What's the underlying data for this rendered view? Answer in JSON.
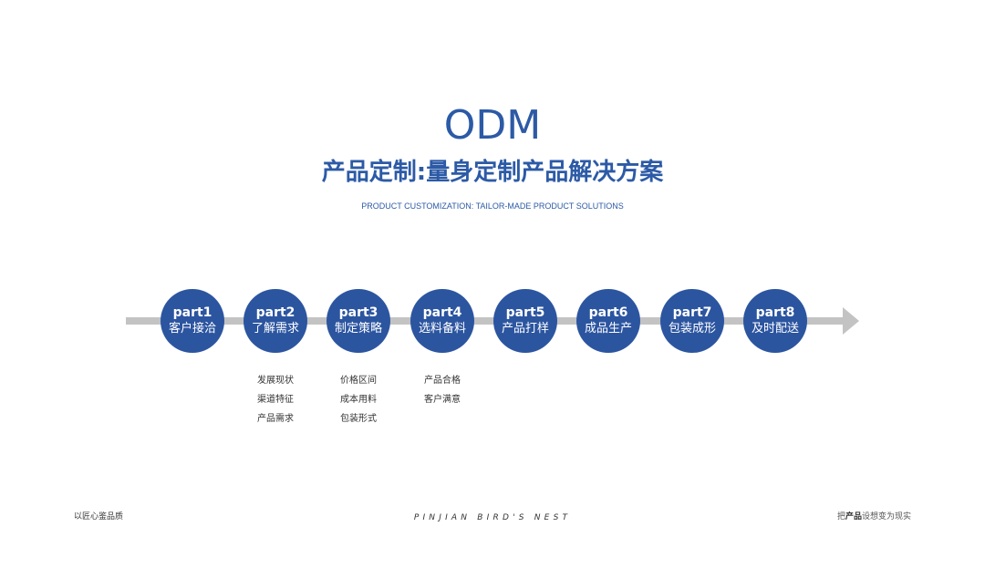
{
  "header": {
    "title": "ODM",
    "subtitle": "产品定制:量身定制产品解决方案",
    "subtitle_en": "PRODUCT CUSTOMIZATION: TAILOR-MADE PRODUCT SOLUTIONS"
  },
  "colors": {
    "accent": "#2c55a0",
    "timeline": "#c3c3c3"
  },
  "steps": [
    {
      "part": "part1",
      "label": "客户接洽",
      "details": []
    },
    {
      "part": "part2",
      "label": "了解需求",
      "details": [
        "发展现状",
        "渠道特征",
        "产品需求"
      ]
    },
    {
      "part": "part3",
      "label": "制定策略",
      "details": [
        "价格区间",
        "成本用料",
        "包装形式"
      ]
    },
    {
      "part": "part4",
      "label": "选料备料",
      "details": [
        "产品合格",
        "客户满意"
      ]
    },
    {
      "part": "part5",
      "label": "产品打样",
      "details": []
    },
    {
      "part": "part6",
      "label": "成品生产",
      "details": []
    },
    {
      "part": "part7",
      "label": "包装成形",
      "details": []
    },
    {
      "part": "part8",
      "label": "及时配送",
      "details": []
    }
  ],
  "footer": {
    "left": "以匠心鉴品质",
    "center": "PINJIAN BIRD'S NEST",
    "right_prefix": "把",
    "right_bold": "产品",
    "right_suffix": "设想变为现实"
  }
}
